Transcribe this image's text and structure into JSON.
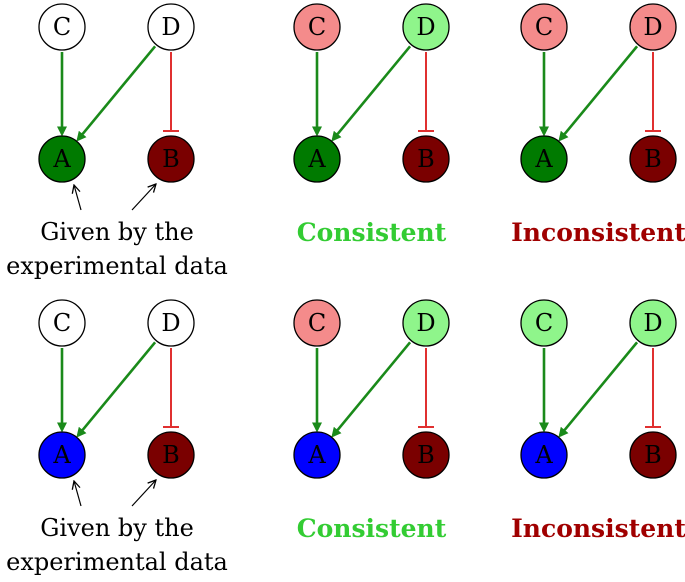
{
  "figure": {
    "panels": [
      {
        "nodes": {
          "C": {
            "label": "C",
            "fill": "#ffffff"
          },
          "D": {
            "label": "D",
            "fill": "#ffffff"
          },
          "A": {
            "label": "A",
            "fill": "#007a00"
          },
          "B": {
            "label": "B",
            "fill": "#7a0000"
          }
        },
        "caption": [
          "Given by the",
          "experimental data"
        ],
        "verdict": null
      },
      {
        "nodes": {
          "C": {
            "label": "C",
            "fill": "#f48b8b"
          },
          "D": {
            "label": "D",
            "fill": "#8ff58b"
          },
          "A": {
            "label": "A",
            "fill": "#007a00"
          },
          "B": {
            "label": "B",
            "fill": "#7a0000"
          }
        },
        "caption": null,
        "verdict": {
          "text": "Consistent",
          "color": "#33cc33"
        }
      },
      {
        "nodes": {
          "C": {
            "label": "C",
            "fill": "#f48b8b"
          },
          "D": {
            "label": "D",
            "fill": "#f48b8b"
          },
          "A": {
            "label": "A",
            "fill": "#007a00"
          },
          "B": {
            "label": "B",
            "fill": "#7a0000"
          }
        },
        "caption": null,
        "verdict": {
          "text": "Inconsistent",
          "color": "#a00000"
        }
      },
      {
        "nodes": {
          "C": {
            "label": "C",
            "fill": "#ffffff"
          },
          "D": {
            "label": "D",
            "fill": "#ffffff"
          },
          "A": {
            "label": "A",
            "fill": "#0000ff"
          },
          "B": {
            "label": "B",
            "fill": "#7a0000"
          }
        },
        "caption": [
          "Given by the",
          "experimental data"
        ],
        "verdict": null
      },
      {
        "nodes": {
          "C": {
            "label": "C",
            "fill": "#f48b8b"
          },
          "D": {
            "label": "D",
            "fill": "#8ff58b"
          },
          "A": {
            "label": "A",
            "fill": "#0000ff"
          },
          "B": {
            "label": "B",
            "fill": "#7a0000"
          }
        },
        "caption": null,
        "verdict": {
          "text": "Consistent",
          "color": "#33cc33"
        }
      },
      {
        "nodes": {
          "C": {
            "label": "C",
            "fill": "#8ff58b"
          },
          "D": {
            "label": "D",
            "fill": "#8ff58b"
          },
          "A": {
            "label": "A",
            "fill": "#0000ff"
          },
          "B": {
            "label": "B",
            "fill": "#7a0000"
          }
        },
        "caption": null,
        "verdict": {
          "text": "Inconsistent",
          "color": "#a00000"
        }
      }
    ],
    "edge_colors": {
      "activation": "#1a8a1a",
      "inhibition": "#e03030",
      "pointer": "#000000"
    }
  }
}
